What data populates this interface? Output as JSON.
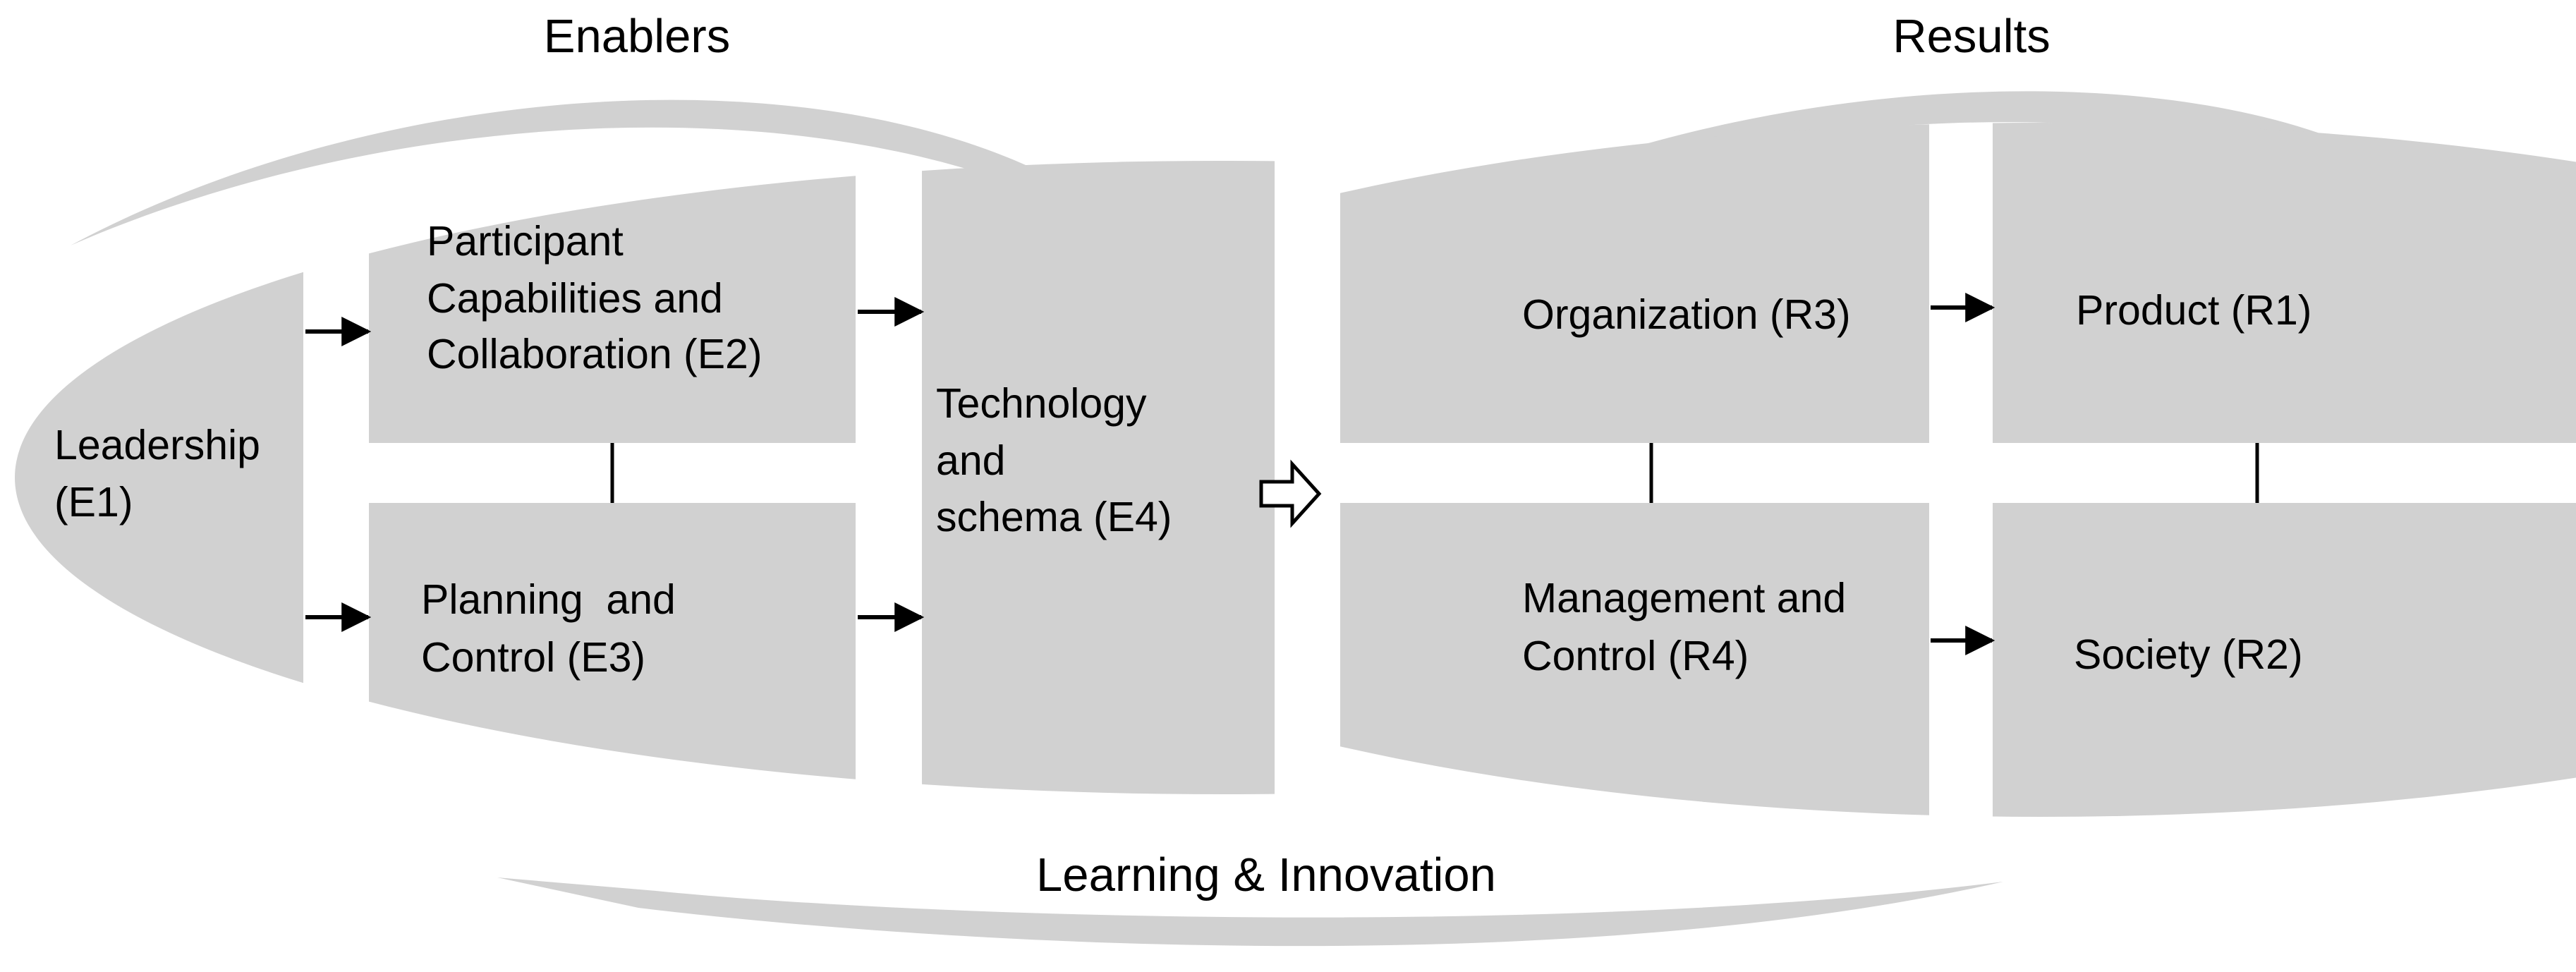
{
  "colors": {
    "fill": "#d1d1d1",
    "arrow": "#000000",
    "text": "#000000",
    "background": "#ffffff"
  },
  "headings": {
    "enablers": "Enablers",
    "results": "Results",
    "learning": "Learning & Innovation"
  },
  "enablers": {
    "e1": [
      "Leadership",
      "(E1)"
    ],
    "e2": [
      "Participant",
      "Capabilities and",
      "Collaboration (E2)"
    ],
    "e3": [
      "Planning  and",
      "Control (E3)"
    ],
    "e4": [
      "Technology",
      "and",
      "schema (E4)"
    ]
  },
  "results": {
    "r1": "Product (R1)",
    "r2": "Society (R2)",
    "r3": "Organization (R3)",
    "r4": [
      "Management and",
      "Control (R4)"
    ]
  },
  "icons": {
    "transition": "hollow-right-arrow-icon",
    "flow": "right-arrow-icon",
    "cycle": "curved-arrow-icon"
  }
}
